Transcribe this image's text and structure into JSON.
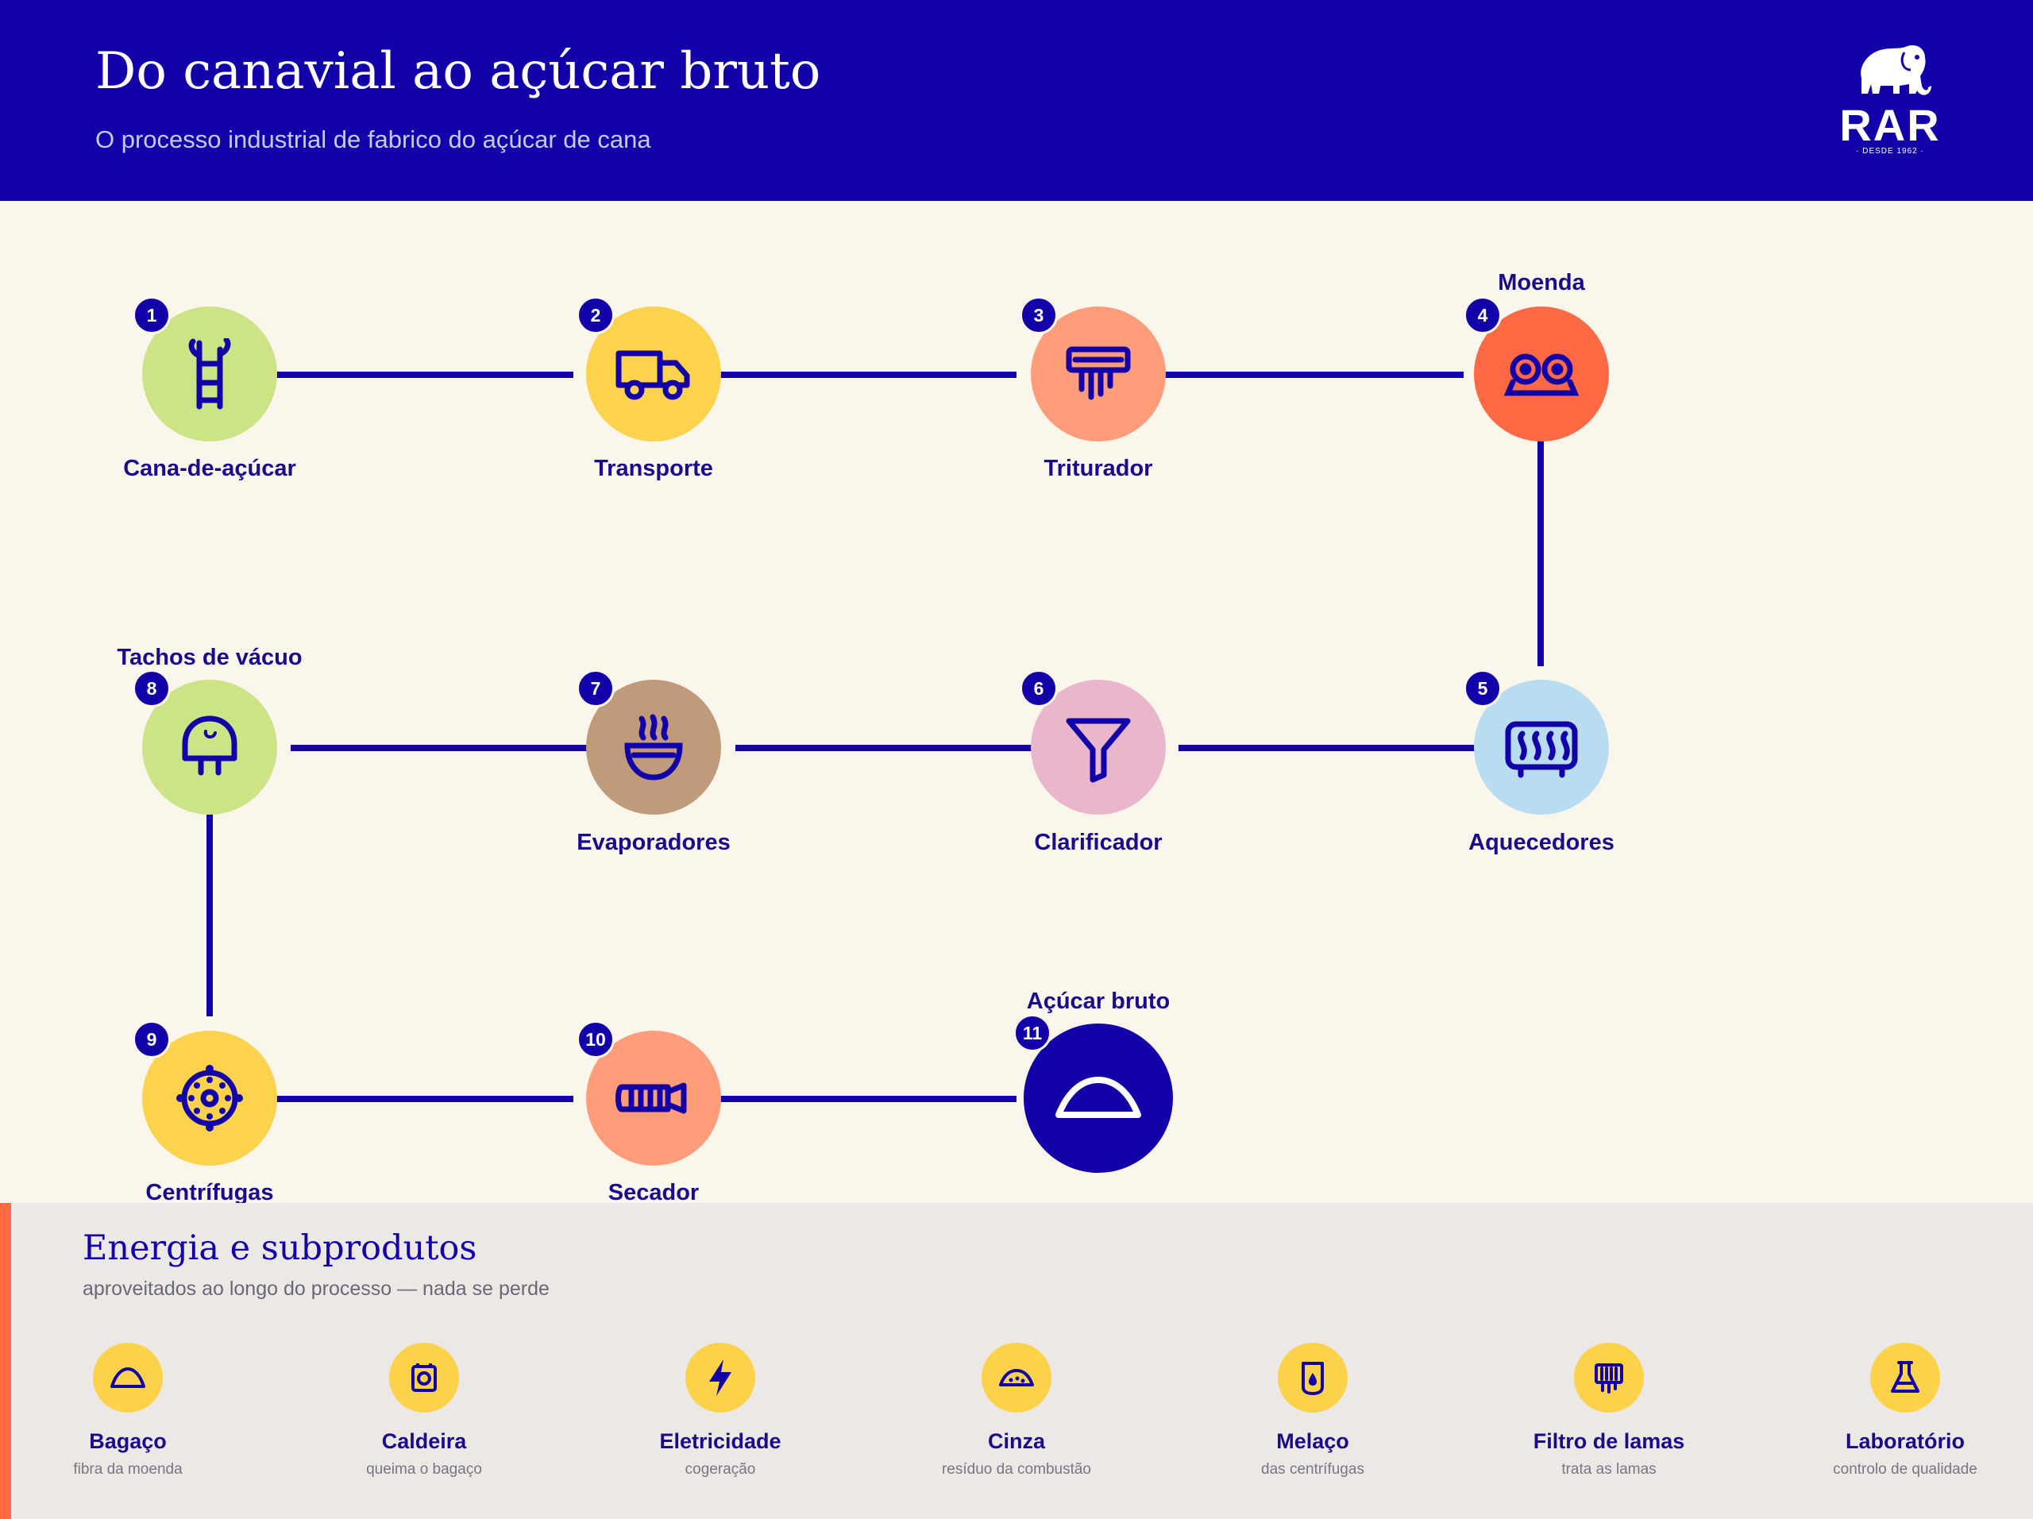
{
  "header": {
    "title": "Do canavial ao açúcar bruto",
    "subtitle": "O processo industrial de fabrico do açúcar de cana",
    "logo": {
      "wordmark": "RAR",
      "tagline": "· DESDE 1962 ·",
      "icon": "elephant-icon"
    }
  },
  "colors": {
    "brand_blue": "#1200a8",
    "background": "#faf6ec",
    "panel_background": "#ece8e6",
    "accent_orange": "#ff6a45",
    "byproduct_yellow": "#fcd24a"
  },
  "steps": [
    {
      "number": "1",
      "label": "Cana-de-açúcar",
      "icon": "sugarcane-icon",
      "color": "#cde486"
    },
    {
      "number": "2",
      "label": "Transporte",
      "icon": "truck-icon",
      "color": "#fdd24c"
    },
    {
      "number": "3",
      "label": "Triturador",
      "icon": "shredder-icon",
      "color": "#ff9c7a"
    },
    {
      "number": "4",
      "label": "Moenda",
      "icon": "mill-rollers-icon",
      "color": "#ff6a45"
    },
    {
      "number": "5",
      "label": "Aquecedores",
      "icon": "heater-icon",
      "color": "#b8dcf0"
    },
    {
      "number": "6",
      "label": "Clarificador",
      "icon": "funnel-icon",
      "color": "#eab6cc"
    },
    {
      "number": "7",
      "label": "Evaporadores",
      "icon": "steaming-bowl-icon",
      "color": "#c09b7b"
    },
    {
      "number": "8",
      "label": "Tachos de vácuo",
      "icon": "vacuum-pan-icon",
      "color": "#cde486"
    },
    {
      "number": "9",
      "label": "Centrífugas",
      "icon": "centrifuge-icon",
      "color": "#fdd24c"
    },
    {
      "number": "10",
      "label": "Secador",
      "icon": "dryer-drum-icon",
      "color": "#ff9c7a"
    },
    {
      "number": "11",
      "label": "Açúcar bruto",
      "icon": "sugar-pile-icon",
      "color": "#1200a8"
    }
  ],
  "byproducts": {
    "title": "Energia e subprodutos",
    "subtitle": "aproveitados ao longo do processo — nada se perde",
    "items": [
      {
        "name": "Bagaço",
        "description": "fibra da moenda",
        "icon": "bagasse-pile-icon"
      },
      {
        "name": "Caldeira",
        "description": "queima o bagaço",
        "icon": "boiler-icon"
      },
      {
        "name": "Eletricidade",
        "description": "cogeração",
        "icon": "lightning-icon"
      },
      {
        "name": "Cinza",
        "description": "resíduo da combustão",
        "icon": "ash-pile-icon"
      },
      {
        "name": "Melaço",
        "description": "das centrífugas",
        "icon": "molasses-jar-icon"
      },
      {
        "name": "Filtro de lamas",
        "description": "trata as lamas",
        "icon": "mud-filter-icon"
      },
      {
        "name": "Laboratório",
        "description": "controlo de qualidade",
        "icon": "lab-flask-icon"
      }
    ]
  }
}
